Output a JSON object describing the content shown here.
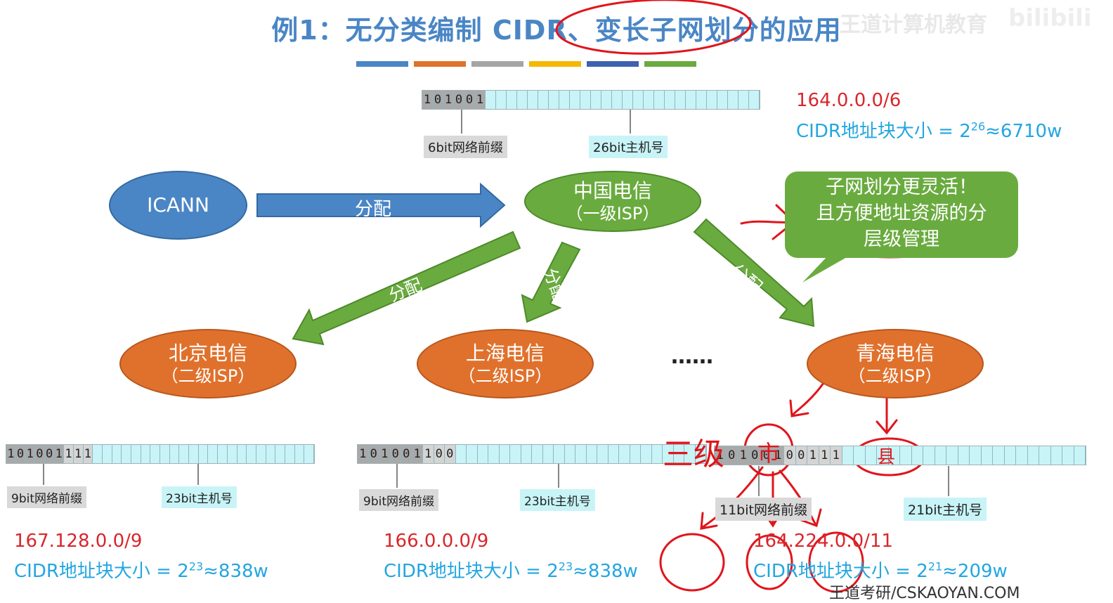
{
  "title": "例1：无分类编制 CIDR、变长子网划分的应用",
  "watermark": "王道计算机教育",
  "bilibili": "bilibili",
  "stripe_colors": [
    "#4a86c5",
    "#e0712c",
    "#a5a5a5",
    "#f5b800",
    "#3d62ae",
    "#6aab3f"
  ],
  "top_block": {
    "prefix_bits": "101001",
    "prefix_label": "6bit网络前缀",
    "host_label": "26bit主机号",
    "cidr": "164.0.0.0/6",
    "size_label": "CIDR地址块大小 = 2",
    "size_exp": "26",
    "size_tail": "≈6710w"
  },
  "nodes": {
    "icann": "ICANN",
    "ct_name": "中国电信",
    "ct_level": "（一级ISP）",
    "bj_name": "北京电信",
    "sh_name": "上海电信",
    "qh_name": "青海电信",
    "level2": "（二级ISP）"
  },
  "arrows": {
    "assign": "分配"
  },
  "ellipsis": "……",
  "callout": {
    "line1": "子网划分更灵活！",
    "line2": "且方便地址资源的分",
    "line3": "层级管理"
  },
  "blocks": [
    {
      "prefix": "101001",
      "sub": "111",
      "prefix_label": "9bit网络前缀",
      "host_label": "23bit主机号",
      "cidr": "167.128.0.0/9",
      "size_label": "CIDR地址块大小 = 2",
      "size_exp": "23",
      "size_tail": "≈838w"
    },
    {
      "prefix": "101001",
      "sub": "100",
      "prefix_label": "9bit网络前缀",
      "host_label": "23bit主机号",
      "cidr": "166.0.0.0/9",
      "size_label": "CIDR地址块大小 = 2",
      "size_exp": "23",
      "size_tail": "≈838w"
    },
    {
      "prefix": "101001",
      "sub": "00111",
      "prefix_label": "11bit网络前缀",
      "host_label": "21bit主机号",
      "cidr": "164.224.0.0/11",
      "size_label": "CIDR地址块大小 = 2",
      "size_exp": "21",
      "size_tail": "≈209w"
    }
  ],
  "handwriting": {
    "level3": "三级",
    "city": "市",
    "county": "县"
  },
  "footer": "王道考研/CSKAOYAN.COM"
}
